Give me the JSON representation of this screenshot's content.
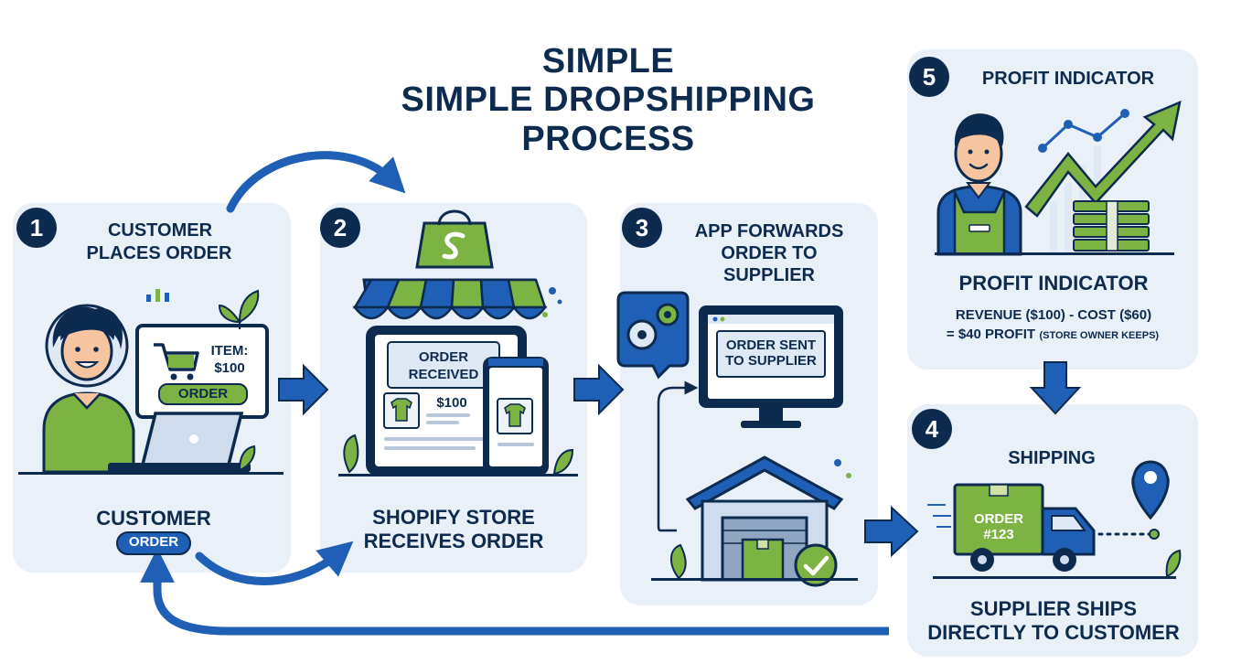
{
  "title": {
    "line1": "SIMPLE",
    "line2": "SIMPLE DROPSHIPPING",
    "line3": "PROCESS"
  },
  "steps": [
    {
      "number": "1",
      "title_lines": [
        "CUSTOMER",
        "PLACES ORDER"
      ],
      "caption": "CUSTOMER",
      "pill": "ORDER",
      "screen": {
        "item_line1": "ITEM:",
        "item_line2": "$100",
        "button": "ORDER"
      }
    },
    {
      "number": "2",
      "caption_lines": [
        "SHOPIFY STORE",
        "RECEIVES ORDER"
      ],
      "screen": {
        "line1": "ORDER",
        "line2": "RECEIVED",
        "price": "$100"
      }
    },
    {
      "number": "3",
      "title_lines": [
        "APP FORWARDS",
        "ORDER TO",
        "SUPPLIER"
      ],
      "monitor": {
        "line1": "ORDER SENT",
        "line2": "TO SUPPLIER"
      }
    },
    {
      "number": "4",
      "title": "SHIPPING",
      "caption_lines": [
        "SUPPLIER SHIPS",
        "DIRECTLY TO CUSTOMER"
      ],
      "box": {
        "line1": "ORDER",
        "line2": "#123"
      }
    },
    {
      "number": "5",
      "title": "PROFIT INDICATOR",
      "subtitle": "PROFIT INDICATOR",
      "formula_line1": "REVENUE ($100) - COST ($60)",
      "formula_line2": "= $40 PROFIT",
      "formula_note": "(STORE OWNER KEEPS)"
    }
  ],
  "icons": [
    "customer-avatar-icon",
    "shopping-cart-icon",
    "laptop-icon",
    "plant-icon",
    "shopify-bag-icon",
    "storefront-icon",
    "tablet-icon",
    "phone-icon",
    "tshirt-icon",
    "gear-icon",
    "monitor-icon",
    "warehouse-icon",
    "checkmark-icon",
    "delivery-truck-icon",
    "location-pin-icon",
    "growth-chart-icon",
    "money-stack-icon",
    "store-owner-icon"
  ],
  "colors": {
    "navy": "#0d2a4f",
    "blue": "#1f5fb5",
    "green": "#7cb342",
    "panel": "#e9f0f8"
  }
}
